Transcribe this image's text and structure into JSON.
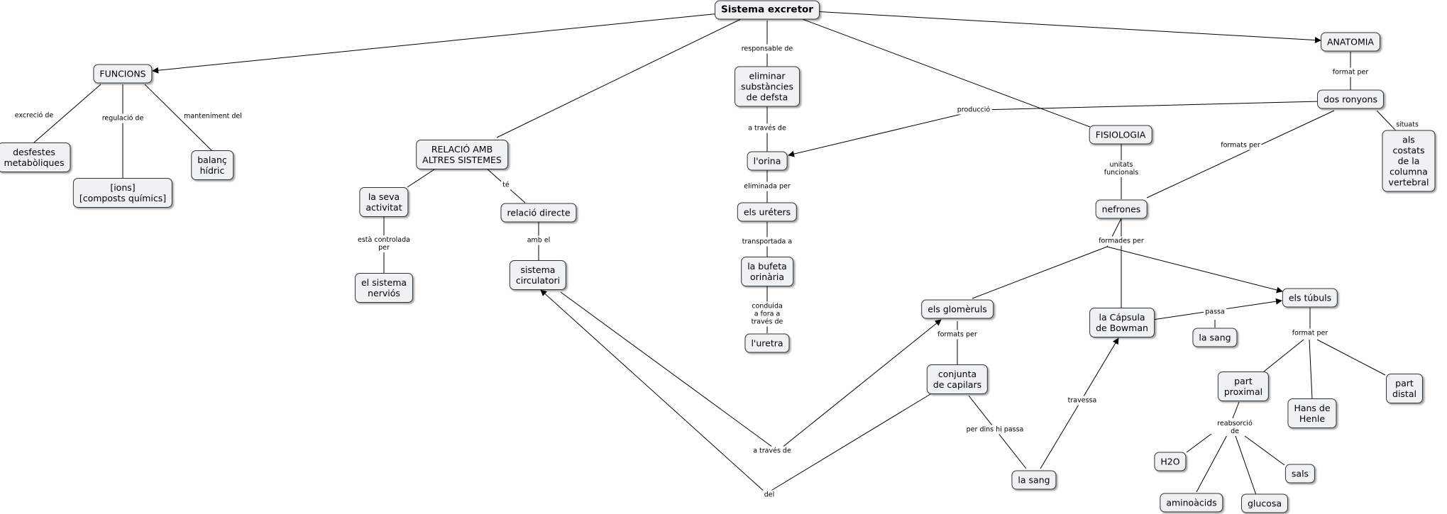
{
  "nodes": {
    "root": "Sistema excretor",
    "anatomia": "ANATOMIA",
    "dos_ronyons": "dos ronyons",
    "als_costats": "als costats\nde la columna\nvertebral",
    "funcions": "FUNCIONS",
    "desfestes": "desfestes\nmetabòliques",
    "ions": "[ions]\n[composts químics]",
    "balanc": "balanç\nhídric",
    "relacio": "RELACIÓ AMB\nALTRES SISTEMES",
    "seva_activitat": "la seva\nactivitat",
    "sistema_nervios": "el sistema\nnerviós",
    "relacio_directe": "relació directe",
    "sistema_circulatori": "sistema\ncirculatori",
    "eliminar": "eliminar\nsubstàncies\nde defsta",
    "orina": "l'orina",
    "ureters": "els uréters",
    "bufeta": "la bufeta\norinària",
    "uretra": "l'uretra",
    "fisiologia": "FISIOLOGIA",
    "nefrones": "nefrones",
    "glomeruls": "els glomèruls",
    "capsula": "la Cápsula\nde Bowman",
    "tubuls": "els túbuls",
    "sang_passa": "la sang",
    "conjunta": "conjunta\nde capilars",
    "sang_bottom": "la sang",
    "part_proximal": "part\nproximal",
    "hans": "Hans de\nHenle",
    "part_distal": "part\ndistal",
    "h2o": "H2O",
    "aminoacids": "aminoàcids",
    "glucosa": "glucosa",
    "sals": "sals"
  },
  "links": {
    "format_per": "format per",
    "situats": "situats",
    "formats_per_ronyons": "formats per",
    "produccio": "producció",
    "excrecio": "excreció de",
    "regulacio": "regulació de",
    "manteniment": "manteniment del",
    "te": "té",
    "controlada": "està controlada\nper",
    "amb_el": "amb el",
    "responsable": "responsable de",
    "a_traves": "a través de",
    "eliminada": "eliminada per",
    "transportada": "transportada a",
    "conduida": "conduida\na fora a\ntravés de",
    "unitats": "unitats\nfuncionals",
    "formades_per": "formades per",
    "passa": "passa",
    "formats_per_glom": "formats per",
    "per_dins": "per dins hi passa",
    "travessa": "travessa",
    "a_traves_bottom": "a través de",
    "del": "del",
    "format_per_tubuls": "format per",
    "reabsorcio": "reabsorció\nde"
  }
}
